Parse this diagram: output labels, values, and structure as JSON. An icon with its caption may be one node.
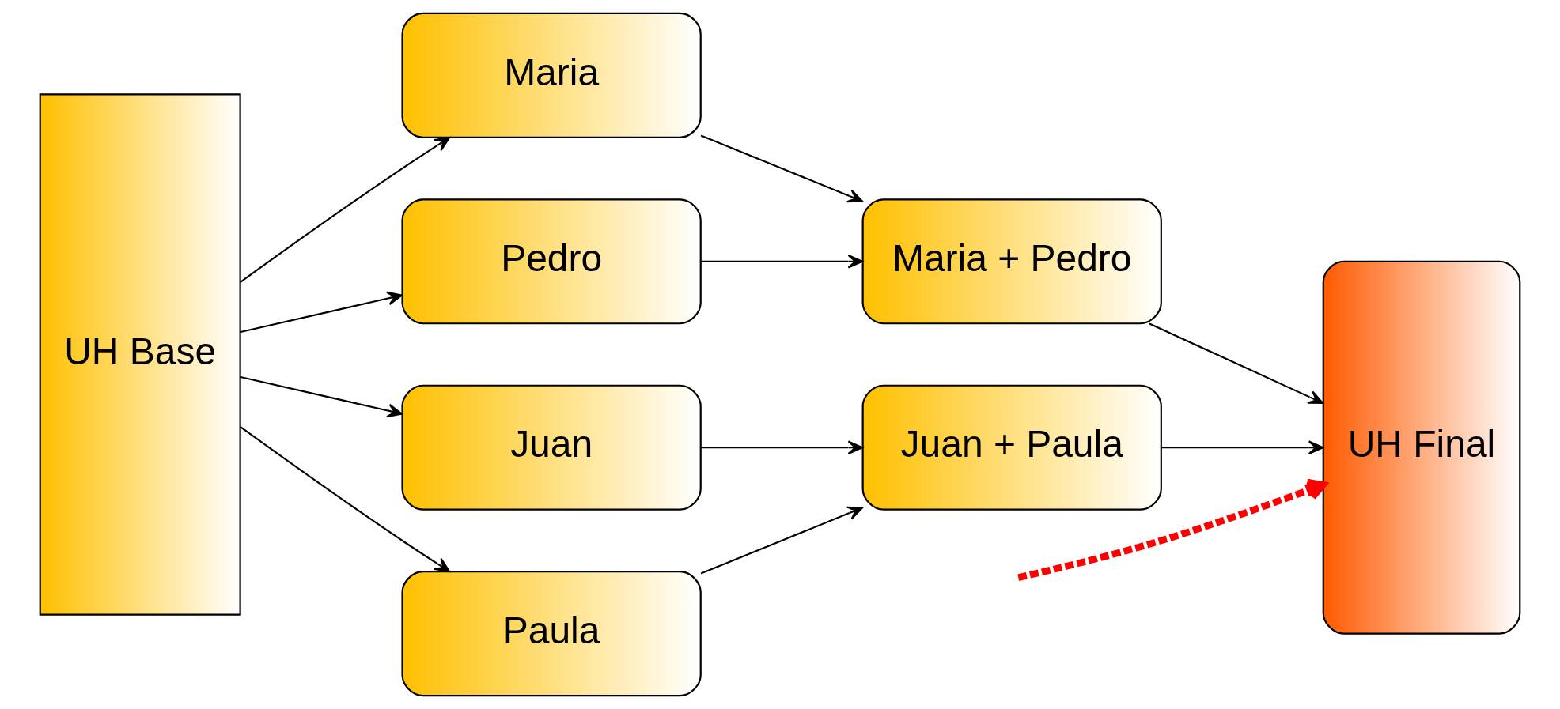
{
  "diagram": {
    "nodes": [
      {
        "text": [
          "UH Base"
        ]
      },
      {
        "text": [
          "Maria"
        ]
      },
      {
        "text": [
          "Pedro"
        ]
      },
      {
        "text": [
          "Juan"
        ]
      },
      {
        "text": [
          "Paula"
        ]
      },
      {
        "text": [
          "Maria + Pedro"
        ]
      },
      {
        "text": [
          "Juan + Paula"
        ]
      },
      {
        "text": [
          "UH Final"
        ]
      }
    ],
    "edges": [
      {
        "from": 0,
        "to": 1,
        "arrow": "to"
      },
      {
        "from": 0,
        "to": 2,
        "arrow": "to"
      },
      {
        "from": 0,
        "to": 3,
        "arrow": "to"
      },
      {
        "from": 0,
        "to": 4,
        "arrow": "to"
      },
      {
        "from": 1,
        "to": 5,
        "arrow": "to"
      },
      {
        "from": 2,
        "to": 5,
        "arrow": "to"
      },
      {
        "from": 3,
        "to": 6,
        "arrow": "to"
      },
      {
        "from": 4,
        "to": 6,
        "arrow": "to"
      },
      {
        "from": 5,
        "to": 7,
        "arrow": "to"
      },
      {
        "from": 6,
        "to": 7,
        "arrow": "to"
      },
      {
        "from": null,
        "to": 7,
        "arrow": "to",
        "style": "dashed",
        "color": "#ff0000"
      }
    ]
  }
}
